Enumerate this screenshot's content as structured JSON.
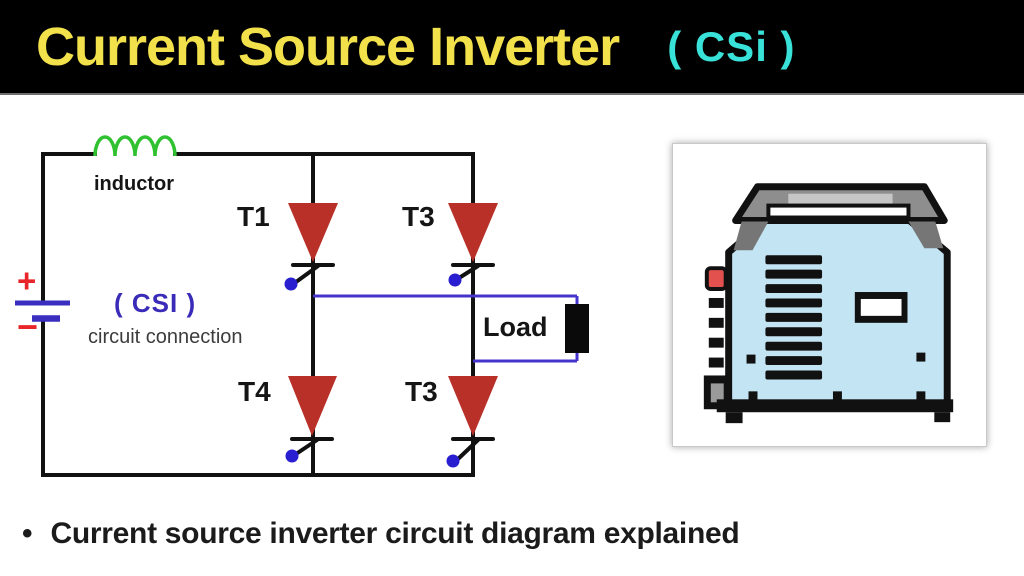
{
  "header": {
    "title": "Current Source Inverter",
    "abbreviation": "( CSi )",
    "title_color": "#f2e14b",
    "abbreviation_color": "#39e2d8",
    "background": "#000000"
  },
  "diagram": {
    "labels": {
      "inductor": "inductor",
      "plus": "+",
      "minus": "−",
      "csi": "( CSI )",
      "circuit_connection": "circuit connection",
      "t1": "T1",
      "t3_top": "T3",
      "t4": "T4",
      "t3_bottom": "T3",
      "load": "Load"
    },
    "colors": {
      "wire": "#111111",
      "inductor_coil": "#2fc12f",
      "battery_plates": "#3a2ec0",
      "thyristor_fill": "#b93029",
      "gate_dot": "#2a1fd0",
      "load_wire": "#4434cc",
      "load_block": "#0a0a0a",
      "polarity": "#e8262a",
      "csi_label": "#3a2bb8"
    }
  },
  "device_image": {
    "description": "inverter-device-cartoon",
    "body_color": "#c3e4f2",
    "handle_color": "#8e8e8e",
    "button_color": "#e2514d"
  },
  "caption": {
    "bullet": "•",
    "text": "Current source inverter circuit diagram explained"
  }
}
